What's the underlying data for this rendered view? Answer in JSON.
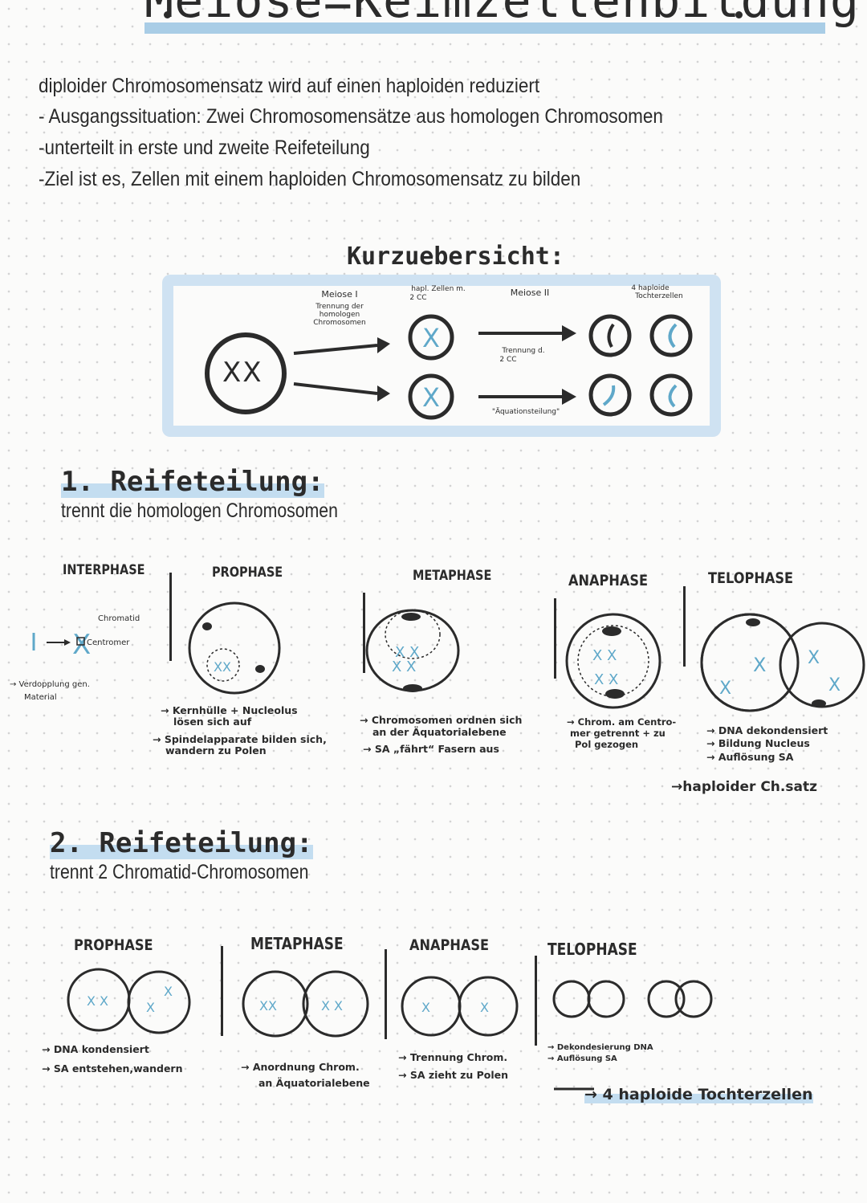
{
  "title": "Meiose=Keimzellenbildung",
  "intro_lines": [
    "diploider Chromosomensatz wird auf einen haploiden reduziert",
    "- Ausgangssituation: Zwei Chromosomensätze aus homologen Chromosomen",
    "-unterteilt in erste und zweite Reifeteilung",
    "-Ziel ist es, Zellen mit einem haploiden Chromosomensatz zu bilden"
  ],
  "overview": {
    "heading": "Kurzuebersicht:",
    "start_cell": "XX",
    "meiose1_label": "Meiose I",
    "meiose1_desc": [
      "Trennung der",
      "homologen",
      "Chromosomen"
    ],
    "mid_label": [
      "hapl. Zellen m.",
      "2 CC"
    ],
    "meiose2_label": "Meiose II",
    "meiose2_desc": [
      "Trennung d.",
      "2 CC"
    ],
    "aquation": "\"Äquationsteilung\"",
    "end_label": [
      "4 haploide",
      "Tochterzellen"
    ]
  },
  "first_division": {
    "heading": "1. Reifeteilung:",
    "subtitle": "trennt die homologen Chromosomen",
    "phases": {
      "interphase": "INTERPHASE",
      "prophase": "PROPHASE",
      "metaphase": "METAPHASE",
      "anaphase": "ANAPHASE",
      "telophase": "TELOPHASE"
    },
    "labels": {
      "chromatid": "Chromatid",
      "centromer": "Centromer"
    },
    "notes": {
      "interphase": [
        "→ Verdopplung gen.",
        "Material"
      ],
      "prophase": [
        "→ Kernhülle + Nucleolus",
        "lösen sich auf",
        "→ Spindelapparate bilden sich,",
        "wandern zu Polen"
      ],
      "metaphase": [
        "→ Chromosomen ordnen sich",
        "an der Äquatorialebene",
        "→ SA „fährt“ Fasern aus"
      ],
      "anaphase": [
        "→ Chrom. am Centro-",
        "mer getrennt + zu",
        "Pol gezogen"
      ],
      "telophase": [
        "→ DNA dekondensiert",
        "→ Bildung Nucleus",
        "→ Auflösung SA"
      ]
    },
    "result": "→haploider Ch.satz"
  },
  "second_division": {
    "heading": "2. Reifeteilung:",
    "subtitle": "trennt 2 Chromatid-Chromosomen",
    "phases": {
      "prophase": "PROPHASE",
      "metaphase": "METAPHASE",
      "anaphase": "ANAPHASE",
      "telophase": "TELOPHASE"
    },
    "notes": {
      "prophase": [
        "→ DNA kondensiert",
        "→ SA entstehen,wandern"
      ],
      "metaphase": [
        "→ Anordnung Chrom.",
        "an Äquatorialebene"
      ],
      "anaphase": [
        "→ Trennung Chrom.",
        "→ SA zieht zu Polen"
      ],
      "telophase": [
        "→ Dekondesierung DNA",
        "→ Auflösung SA"
      ]
    },
    "result": "→ 4 haploide Tochterzellen"
  },
  "colors": {
    "accent_blue": "#5fa8c9",
    "highlight": "#c3ddf0",
    "ink": "#2b2b2b"
  }
}
